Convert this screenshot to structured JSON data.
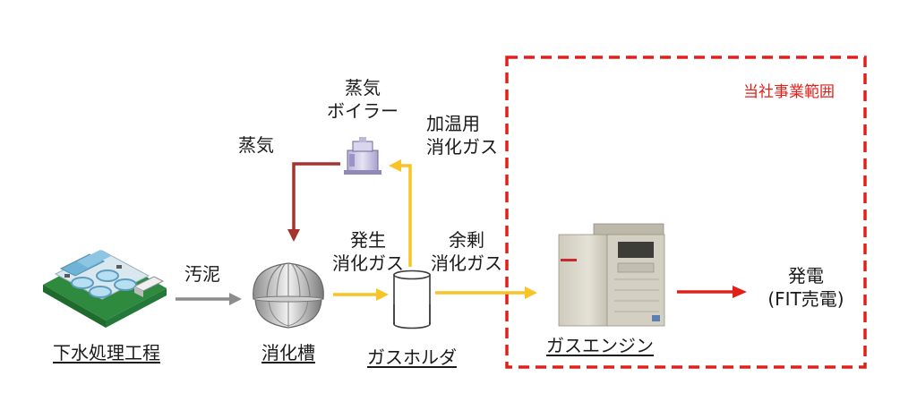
{
  "scope": {
    "label": "当社事業範囲",
    "border_color": "#e0201b"
  },
  "nodes": {
    "sewage": {
      "label": "下水処理工程",
      "icon": "sewage-plant-icon"
    },
    "digester": {
      "label": "消化槽",
      "icon": "digester-tank-icon"
    },
    "holder": {
      "label": "ガスホルダ",
      "icon": "gas-holder-icon"
    },
    "engine": {
      "label": "ガスエンジン",
      "icon": "gas-engine-icon"
    },
    "boiler": {
      "line1": "蒸気",
      "line2": "ボイラー",
      "icon": "steam-boiler-icon"
    },
    "power": {
      "line1": "発電",
      "line2": "(FIT売電)"
    }
  },
  "flows": {
    "sludge": {
      "label": "汚泥",
      "color": "#8c8c8c"
    },
    "steam": {
      "label": "蒸気",
      "color": "#a5332f"
    },
    "generated_gas": {
      "line1": "発生",
      "line2": "消化ガス",
      "color": "#f7c325"
    },
    "heating_gas": {
      "line1": "加温用",
      "line2": "消化ガス",
      "color": "#f7c325"
    },
    "surplus_gas": {
      "line1": "余剰",
      "line2": "消化ガス",
      "color": "#f7c325"
    },
    "power_out": {
      "color": "#e0201b"
    }
  }
}
